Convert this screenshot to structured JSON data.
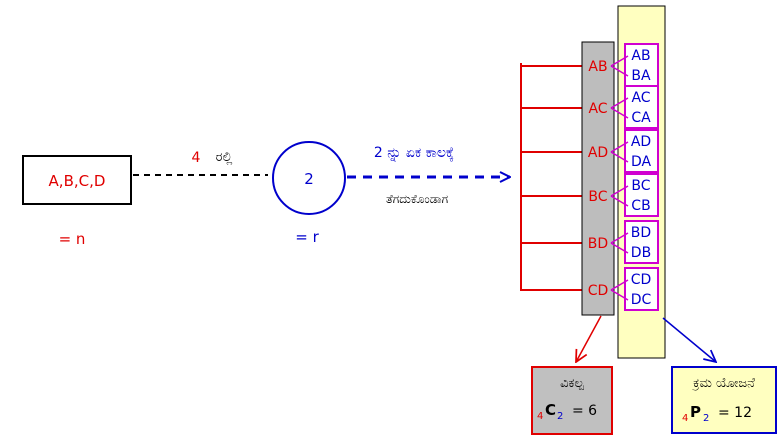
{
  "set_box": {
    "label": "A,B,C,D",
    "note": "= n"
  },
  "left_link": {
    "count": "4",
    "suffix": "ರಲ್ಲಿ"
  },
  "selector": {
    "value": "2",
    "note": "= r"
  },
  "right_link": {
    "line1": "2 ನ್ನು ಏಕ ಕಾಲಕ್ಕೆ",
    "line2": "ತೆಗದುಕೊಂಡಾಗ"
  },
  "combinations": [
    "AB",
    "AC",
    "AD",
    "BC",
    "BD",
    "CD"
  ],
  "permutations": [
    [
      "AB",
      "BA"
    ],
    [
      "AC",
      "CA"
    ],
    [
      "AD",
      "DA"
    ],
    [
      "BC",
      "CB"
    ],
    [
      "BD",
      "DB"
    ],
    [
      "CD",
      "DC"
    ]
  ],
  "combination_result": {
    "title": "ವಿಕಲ್ಪ",
    "n": "4",
    "symbol": "C",
    "r": "2",
    "equals": "= 6"
  },
  "permutation_result": {
    "title": "ಕ್ರಮ ಯೋಜನೆ",
    "n": "4",
    "symbol": "P",
    "r": "2",
    "equals": "= 12"
  },
  "colors": {
    "red": "#e00000",
    "blue": "#0000cc",
    "magenta": "#d000d0",
    "gray": "#bdbdbd",
    "yellow": "#ffffc0",
    "result_gray": "#c0c0c0"
  }
}
